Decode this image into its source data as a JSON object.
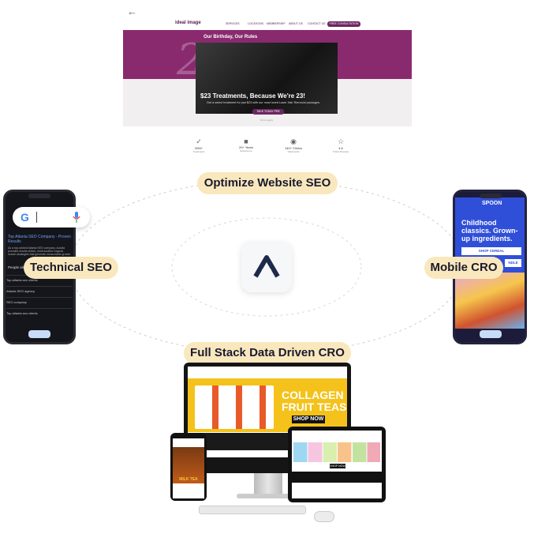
{
  "pills": {
    "top": "Optimize Website SEO",
    "left": "Technical SEO",
    "right": "Mobile CRO",
    "bottom": "Full Stack Data Driven CRO"
  },
  "site": {
    "logo": "ideal image",
    "nav": [
      "SERVICES",
      "LOCATIONS",
      "MEMBERSHIP",
      "ABOUT US",
      "CONTACT US"
    ],
    "cta": "FREE CONSULTATION",
    "hero_title": "Our Birthday, Our Rules",
    "big_number": "23",
    "promo_heading": "$23 Treatments, Because We're 23!",
    "promo_sub": "Get a select treatment for just $23 with our most loved Laser Hair Removal packages.",
    "promo_button": "TAKE TODAY PRE",
    "terms": "Terms apply",
    "stats": [
      {
        "value": "20M+",
        "label": "Treatments"
      },
      {
        "value": "20+ Years",
        "label": "Experience"
      },
      {
        "value": "140+ Clinics",
        "label": "Nationwide"
      },
      {
        "value": "4.6",
        "label": "5-Star Reviews"
      }
    ]
  },
  "left_phone": {
    "result_title": "Top Atlanta SEO Company - Proven Results",
    "result_desc": "As a top-ranked Atlanta SEO company, Acadia provides results-driven, multi-location organic search strategies that generate measurable growth.",
    "people_also_ask": "People also ask",
    "items": [
      "Top atlanta seo clients",
      "Atlanta SEO agency",
      "SEO company",
      "Top atlanta seo clients"
    ]
  },
  "right_phone": {
    "brand": "SPOON",
    "headline": "Childhood classics. Grown-up ingredients.",
    "button1": "SHOP CEREAL",
    "button2": "NDLE"
  },
  "desktop": {
    "headline_line1": "COLLAGEN",
    "headline_line2": "FRUIT TEAS",
    "shop": "SHOP NOW"
  },
  "mobile_device": {
    "text": "MILK TEA"
  },
  "tablet": {
    "shop": "SHOP NOW"
  }
}
